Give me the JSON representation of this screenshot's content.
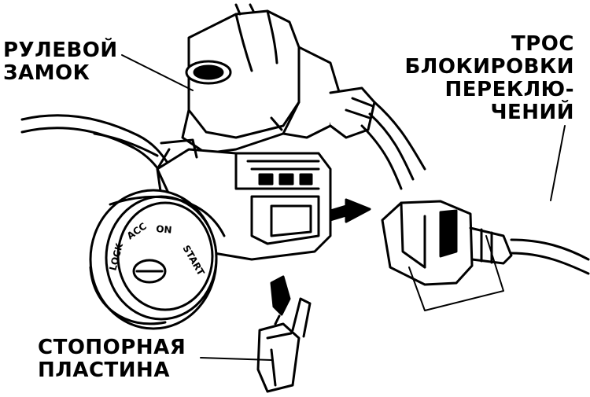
{
  "labels": {
    "steering_lock": [
      "РУЛЕВОЙ",
      "ЗАМОК"
    ],
    "shift_lock_cable": [
      "ТРОС",
      "БЛОКИРОВКИ",
      "ПЕРЕКЛЮ-",
      "ЧЕНИЙ"
    ],
    "stop_plate": [
      "СТОПОРНАЯ",
      "ПЛАСТИНА"
    ]
  },
  "key_cylinder_marks": [
    "LOCK",
    "ACC",
    "ON",
    "START"
  ]
}
